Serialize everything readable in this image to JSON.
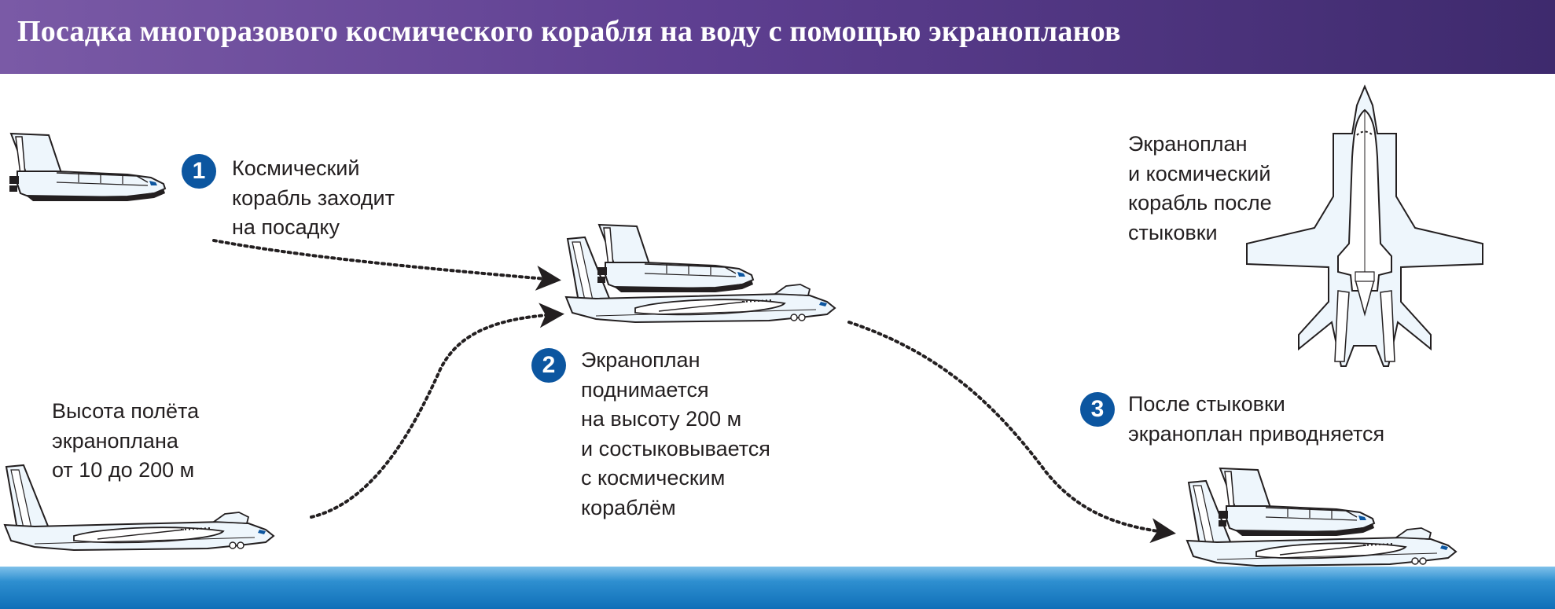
{
  "title": "Посадка многоразового космического корабля на воду с помощью экранопланов",
  "steps": [
    {
      "number": "1",
      "lines": [
        "Космический",
        "корабль заходит",
        "на посадку"
      ]
    },
    {
      "number": "2",
      "lines": [
        "Экраноплан",
        "поднимается",
        "на высоту 200 м",
        "и состыковывается",
        "с космическим",
        "кораблём"
      ]
    },
    {
      "number": "3",
      "lines": [
        "После стыковки",
        "экраноплан приводняется"
      ]
    }
  ],
  "altitude_note": {
    "lines": [
      "Высота полёта",
      "экраноплана",
      "от 10 до 200 м"
    ]
  },
  "docked_view_note": {
    "lines": [
      "Экраноплан",
      "и космический",
      "корабль после",
      "стыковки"
    ]
  },
  "colors": {
    "header": "#5e3f91",
    "badge": "#0c56a0",
    "water": "#1a7cc4",
    "line": "#231f20",
    "craft_fill": "#eef6fc"
  }
}
